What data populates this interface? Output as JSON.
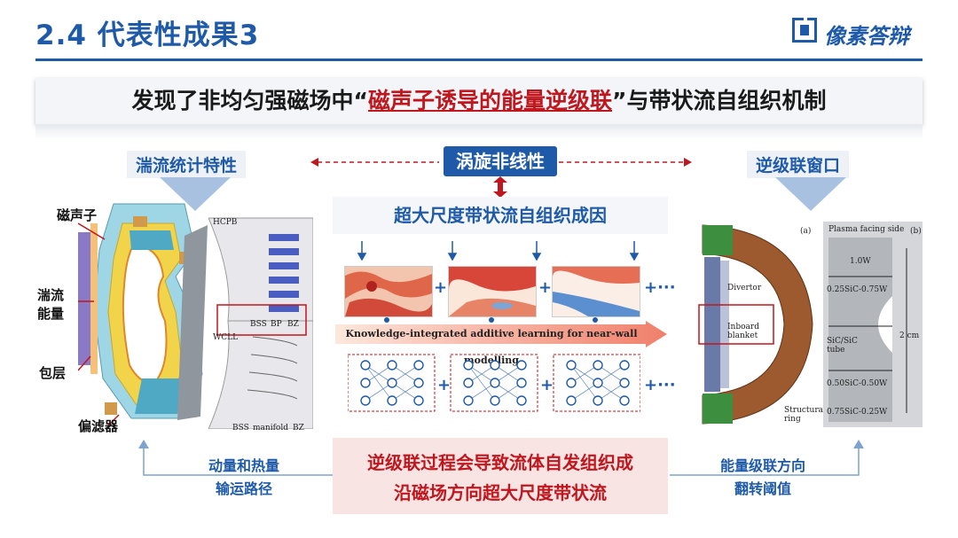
{
  "header": {
    "title": "2.4 代表性成果3",
    "logo_text": "像素答辩",
    "colors": {
      "brand": "#1e5aa8",
      "accent_red": "#c0161d"
    }
  },
  "banner": {
    "prefix": "发现了非均匀强磁场中",
    "open_quote": "“",
    "highlight": "磁声子诱导的能量逆级联",
    "close_quote": "”",
    "suffix": "与带状流自组织机制"
  },
  "sections": {
    "left": "湍流统计特性",
    "center": "涡旋非线性",
    "right": "逆级联窗口",
    "sub_title": "超大尺度带状流自组织成因"
  },
  "tokamak_labels": {
    "magnon": "磁声子",
    "turbulent_energy": "湍流能量",
    "blanket": "包层",
    "divertor": "偏滤器"
  },
  "blanket_diagram": {
    "hcpb": "HCPB",
    "wcll": "WCLL",
    "row1": [
      "BSS",
      "BP",
      "BZ"
    ],
    "row2": [
      "BSS",
      "manifold",
      "BZ"
    ]
  },
  "learning": {
    "arrow_text": "Knowledge-integrated additive learning for near-wall modelling",
    "plus": "+",
    "ellipsis": "+···"
  },
  "right_figure": {
    "label_a": "(a)",
    "label_b": "(b)",
    "divertor": "Divertor",
    "inboard": "Inboard blanket",
    "structural": "Structural ring",
    "plasma_side": "Plasma facing side",
    "w1": "1.0W",
    "w2": "0.25SiC-0.75W",
    "tube": "SiC/SiC tube",
    "cm": "2 cm",
    "w3": "0.50SiC-0.50W",
    "w4": "0.75SiC-0.25W"
  },
  "bottom": {
    "left_line1": "动量和热量",
    "left_line2": "输运路径",
    "conclusion_line1": "逆级联过程会导致流体自发组织成",
    "conclusion_line2": "沿磁场方向超大尺度带状流",
    "right_line1": "能量级联方向",
    "right_line2": "翻转阈值"
  }
}
